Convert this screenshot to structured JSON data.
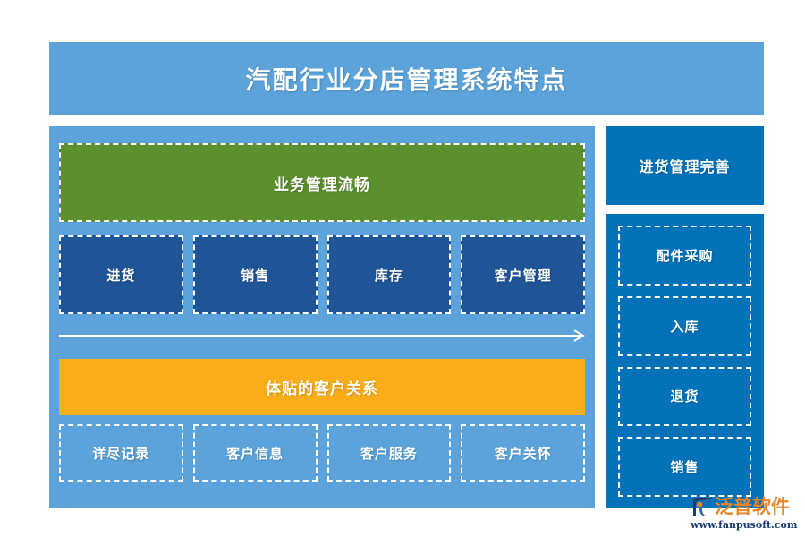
{
  "header": {
    "title": "汽配行业分店管理系统特点"
  },
  "main": {
    "green_band": {
      "label": "业务管理流畅",
      "color": "#5c8f2d"
    },
    "process_row": [
      {
        "label": "进货"
      },
      {
        "label": "销售"
      },
      {
        "label": "库存"
      },
      {
        "label": "客户管理"
      }
    ],
    "flow_arrow": {
      "direction": "right",
      "color": "#ffffff"
    },
    "orange_band": {
      "label": "体贴的客户关系",
      "color": "#f9ae19"
    },
    "detail_row": [
      {
        "label": "详尽记录"
      },
      {
        "label": "客户信息"
      },
      {
        "label": "客户服务"
      },
      {
        "label": "客户关怀"
      }
    ]
  },
  "right": {
    "header": {
      "label": "进货管理完善"
    },
    "items": [
      {
        "label": "配件采购"
      },
      {
        "label": "入库"
      },
      {
        "label": "退货"
      },
      {
        "label": "销售"
      }
    ]
  },
  "watermark": {
    "name": "泛普软件",
    "url": "www.fanpusoft.com"
  },
  "colors": {
    "header_band": "#5ba3da",
    "panel_background": "#5ba3da",
    "dark_blue_cell": "#1f5496",
    "right_panel": "#0372b8",
    "green": "#5c8f2d",
    "orange": "#f9ae19",
    "text": "#ffffff",
    "logo_orange": "#e8872a",
    "logo_navy": "#1a3c6e"
  }
}
